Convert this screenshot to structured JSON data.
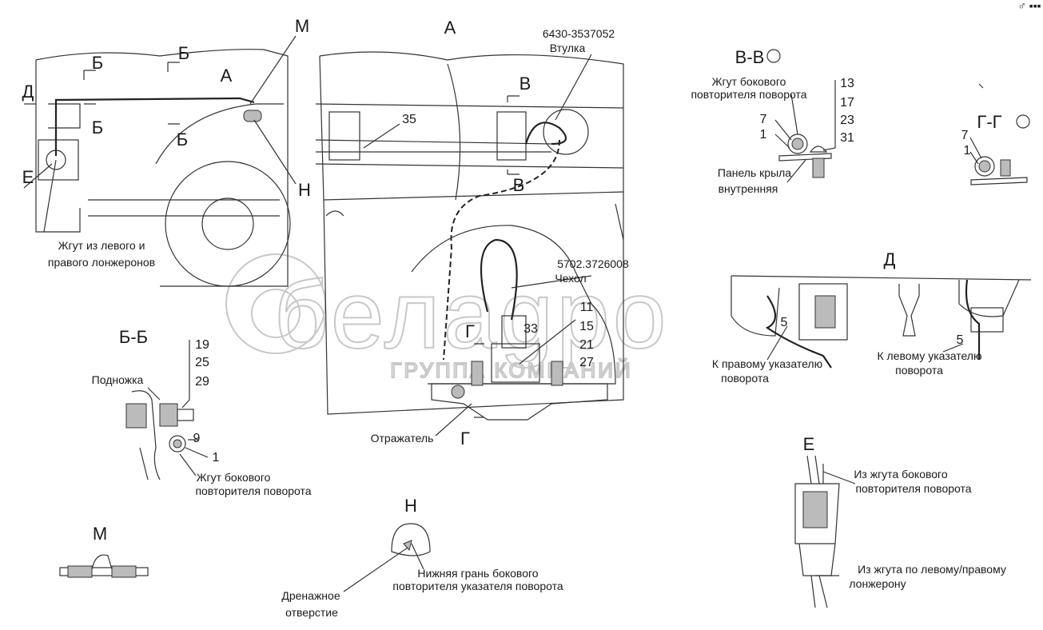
{
  "corner_mark": "♂ ▪▪▪",
  "watermark": {
    "logo": "белаgро",
    "subtitle": "ГРУППА КОМПАНИЙ"
  },
  "overview": {
    "labels": {
      "M": "М",
      "B1": "Б",
      "B2": "Б",
      "A": "А",
      "D": "Д",
      "B3": "Б",
      "B4": "Б",
      "E": "Е",
      "H": "Н"
    },
    "harness_line1": "Жгут из левого и",
    "harness_line2": "правого лонжеронов"
  },
  "view_a": {
    "title": "А",
    "part_number": "6430-3537052",
    "part_name": "Втулка",
    "item_35": "35",
    "section_v_top": "В",
    "section_v_bottom": "В",
    "cover_number": "5702.3726008",
    "cover_name": "Чехол",
    "items": [
      "11",
      "15",
      "21",
      "27"
    ],
    "item_33": "33",
    "section_g_top": "Г",
    "section_g_bottom": "Г",
    "reflector": "Отражатель"
  },
  "section_vv": {
    "title": "В-В",
    "harness_line1": "Жгут бокового",
    "harness_line2": "повторителя поворота",
    "left_items": [
      "7",
      "1"
    ],
    "right_items": [
      "13",
      "17",
      "23",
      "31"
    ],
    "panel_line1": "Панель крыла",
    "panel_line2": "внутренняя"
  },
  "section_gg": {
    "title": "Г-Г",
    "items": [
      "7",
      "1"
    ]
  },
  "section_bb": {
    "title": "Б-Б",
    "items": [
      "19",
      "25",
      "29"
    ],
    "step": "Подножка",
    "item_9": "9",
    "item_1": "1",
    "harness_line1": "Жгут бокового",
    "harness_line2": "повторителя поворота"
  },
  "view_d": {
    "title": "Д",
    "right_item": "5",
    "right_line1": "К правому указателю",
    "right_line2": "поворота",
    "left_item": "5",
    "left_line1": "К левому указателю",
    "left_line2": "поворота"
  },
  "view_e": {
    "title": "Е",
    "from_side_line1": "Из жгута бокового",
    "from_side_line2": "повторителя поворота",
    "from_frame_line1": "Из жгута по левому/правому",
    "from_frame_line2": "лонжерону"
  },
  "view_m": {
    "title": "М"
  },
  "view_h": {
    "title": "Н",
    "edge_line1": "Нижняя грань бокового",
    "edge_line2": "повторителя указателя поворота",
    "drain_line1": "Дренажное",
    "drain_line2": "отверстие"
  }
}
